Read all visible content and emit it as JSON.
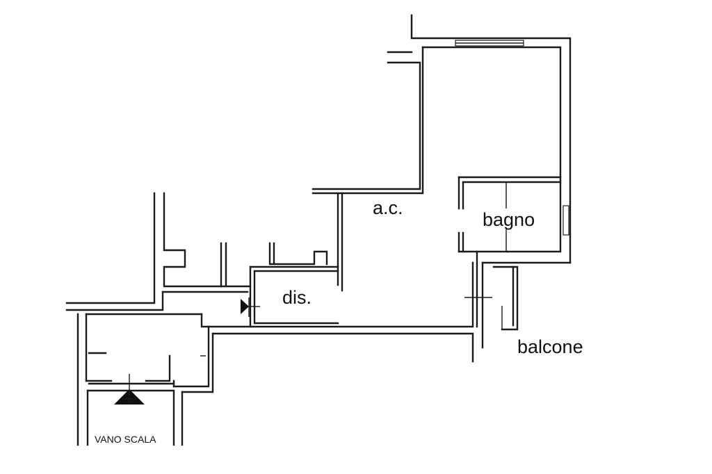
{
  "rooms": {
    "living": "a.c.",
    "bathroom": "bagno",
    "hallway": "dis.",
    "balcony": "balcone",
    "stairwell": "VANO SCALA"
  },
  "icons": {
    "entrance": "entrance-arrow-icon",
    "stair": "stair-direction-icon"
  },
  "colors": {
    "wall": "#1a1a1a",
    "background": "#ffffff"
  }
}
